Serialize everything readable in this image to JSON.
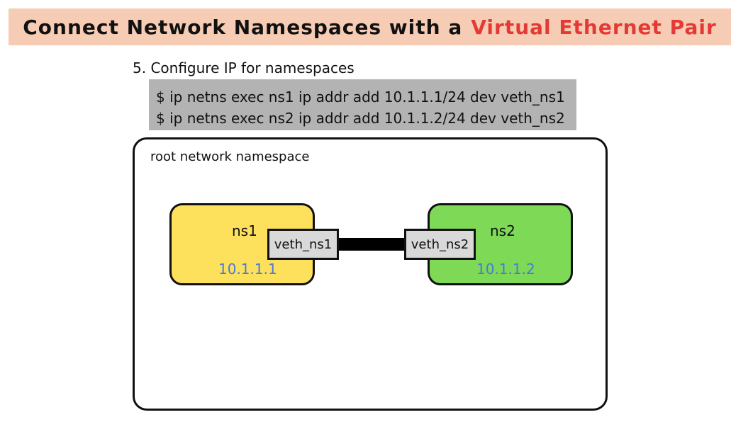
{
  "title": {
    "main": "Connect Network Namespaces with a",
    "highlight": "Virtual Ethernet Pair"
  },
  "step": {
    "heading": "5. Configure IP for namespaces"
  },
  "commands": [
    "$ ip netns exec ns1 ip addr add 10.1.1.1/24 dev veth_ns1",
    "$ ip netns exec ns2 ip addr add 10.1.1.2/24 dev veth_ns2"
  ],
  "diagram": {
    "root_label": "root network namespace",
    "ns1": {
      "name": "ns1",
      "ip": "10.1.1.1"
    },
    "ns2": {
      "name": "ns2",
      "ip": "10.1.1.2"
    },
    "veth1": "veth_ns1",
    "veth2": "veth_ns2"
  },
  "colors": {
    "banner_bg": "#f6ccb4",
    "title_text": "#111111",
    "title_highlight": "#e53935",
    "command_bg": "#b3b3b3",
    "ns1_fill": "#fde05c",
    "ns2_fill": "#7ed957",
    "ip_text": "#4a7bd0",
    "veth_fill": "#d9d9d9"
  }
}
